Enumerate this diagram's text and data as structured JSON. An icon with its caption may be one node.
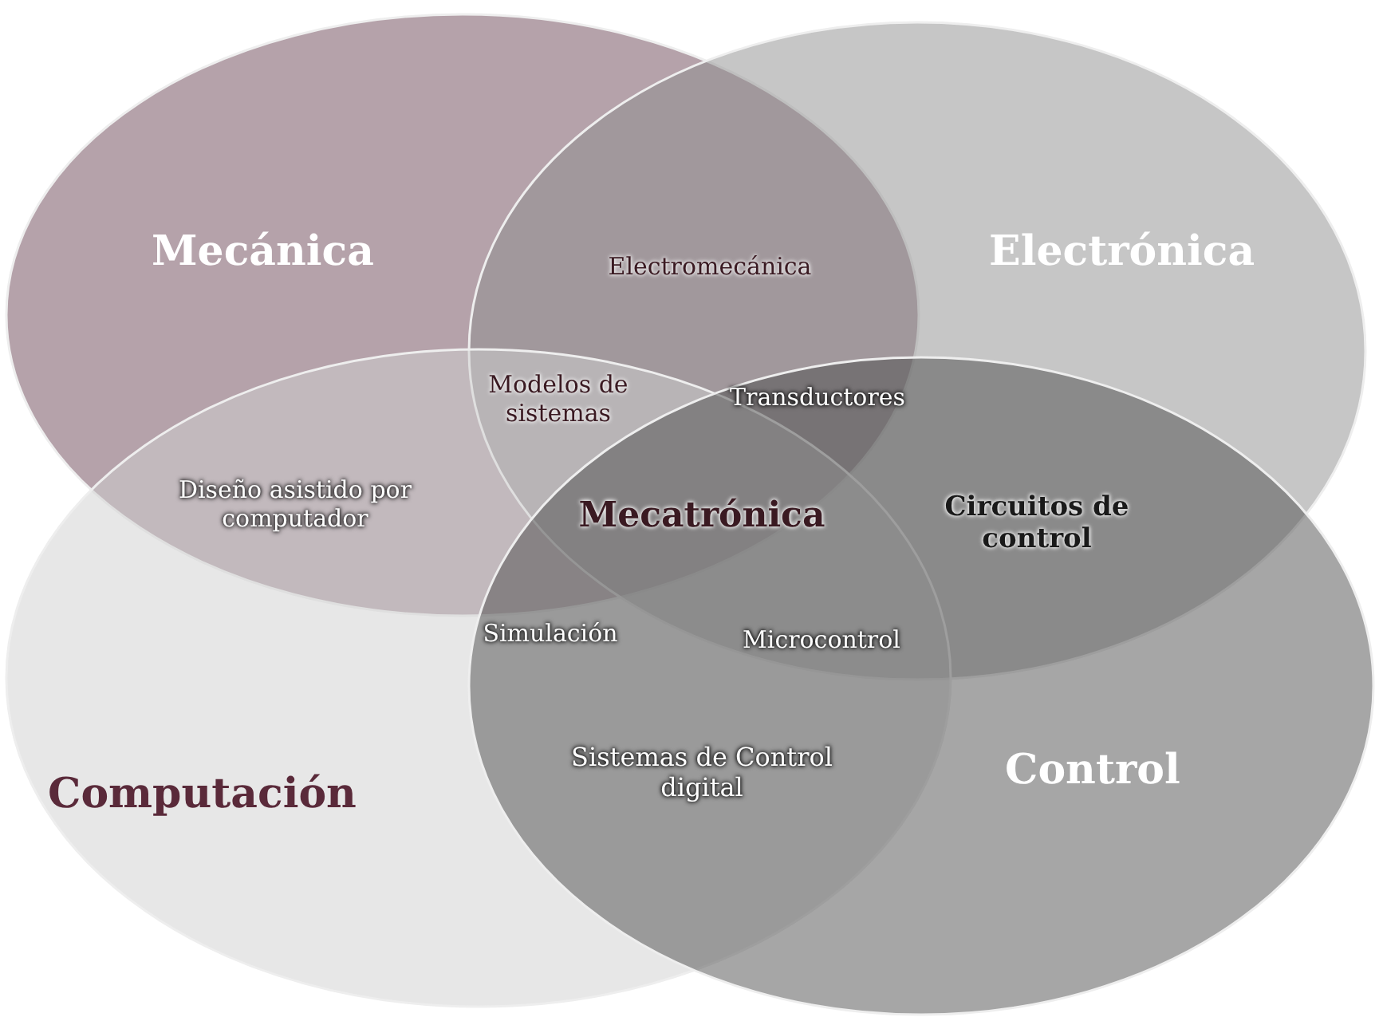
{
  "diagram": {
    "nodes": [
      {
        "text": [
          "Mecánica"
        ]
      },
      {
        "text": [
          "Electrónica"
        ]
      },
      {
        "text": [
          "Computación"
        ]
      },
      {
        "text": [
          "Control"
        ]
      }
    ],
    "labels": [
      "Electromecánica",
      "Modelos de sistemas",
      "Transductores",
      "Diseño asistido por computador",
      "Mecatrónica",
      "Circuitos de control",
      "Simulación",
      "Microcontrol",
      "Sistemas de Control digital"
    ]
  }
}
